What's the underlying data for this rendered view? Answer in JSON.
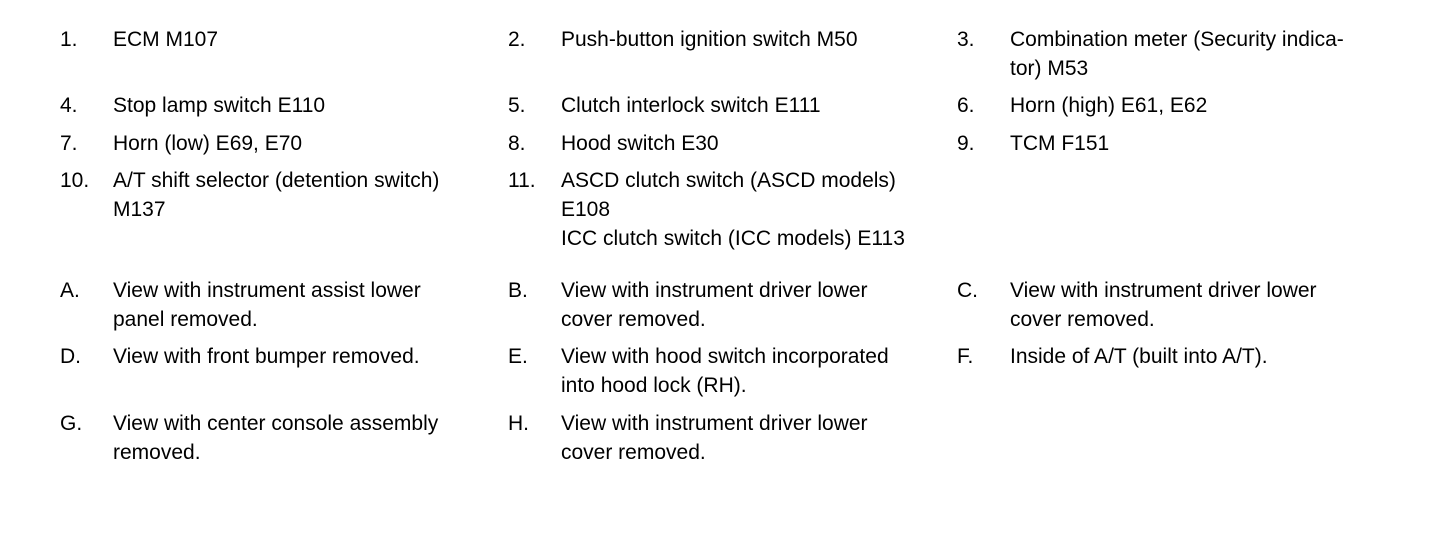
{
  "components": [
    {
      "num": "1.",
      "lines": [
        "ECM M107"
      ]
    },
    {
      "num": "2.",
      "lines": [
        "Push-button ignition switch M50"
      ]
    },
    {
      "num": "3.",
      "lines": [
        "Combination meter (Security indica-",
        "tor) M53"
      ]
    },
    {
      "num": "4.",
      "lines": [
        "Stop lamp switch E110"
      ]
    },
    {
      "num": "5.",
      "lines": [
        "Clutch interlock switch E111"
      ]
    },
    {
      "num": "6.",
      "lines": [
        "Horn (high) E61, E62"
      ]
    },
    {
      "num": "7.",
      "lines": [
        "Horn (low) E69, E70"
      ]
    },
    {
      "num": "8.",
      "lines": [
        "Hood switch E30"
      ]
    },
    {
      "num": "9.",
      "lines": [
        "TCM F151"
      ]
    },
    {
      "num": "10.",
      "lines": [
        "A/T shift selector (detention switch)",
        "M137"
      ]
    },
    {
      "num": "11.",
      "lines": [
        "ASCD clutch switch (ASCD models)",
        "E108",
        "ICC clutch switch (ICC models) E113"
      ]
    }
  ],
  "views": [
    {
      "letter": "A.",
      "lines": [
        "View with instrument assist lower",
        "panel removed."
      ]
    },
    {
      "letter": "B.",
      "lines": [
        "View with instrument driver lower",
        "cover removed."
      ]
    },
    {
      "letter": "C.",
      "lines": [
        "View with instrument driver lower",
        "cover removed."
      ]
    },
    {
      "letter": "D.",
      "lines": [
        "View with front bumper removed."
      ]
    },
    {
      "letter": "E.",
      "lines": [
        "View with hood switch incorporated",
        "into hood lock (RH)."
      ]
    },
    {
      "letter": "F.",
      "lines": [
        "Inside of A/T (built into A/T)."
      ]
    },
    {
      "letter": "G.",
      "lines": [
        "View with center console assembly",
        "removed."
      ]
    },
    {
      "letter": "H.",
      "lines": [
        "View with instrument driver lower",
        "cover removed."
      ]
    }
  ]
}
